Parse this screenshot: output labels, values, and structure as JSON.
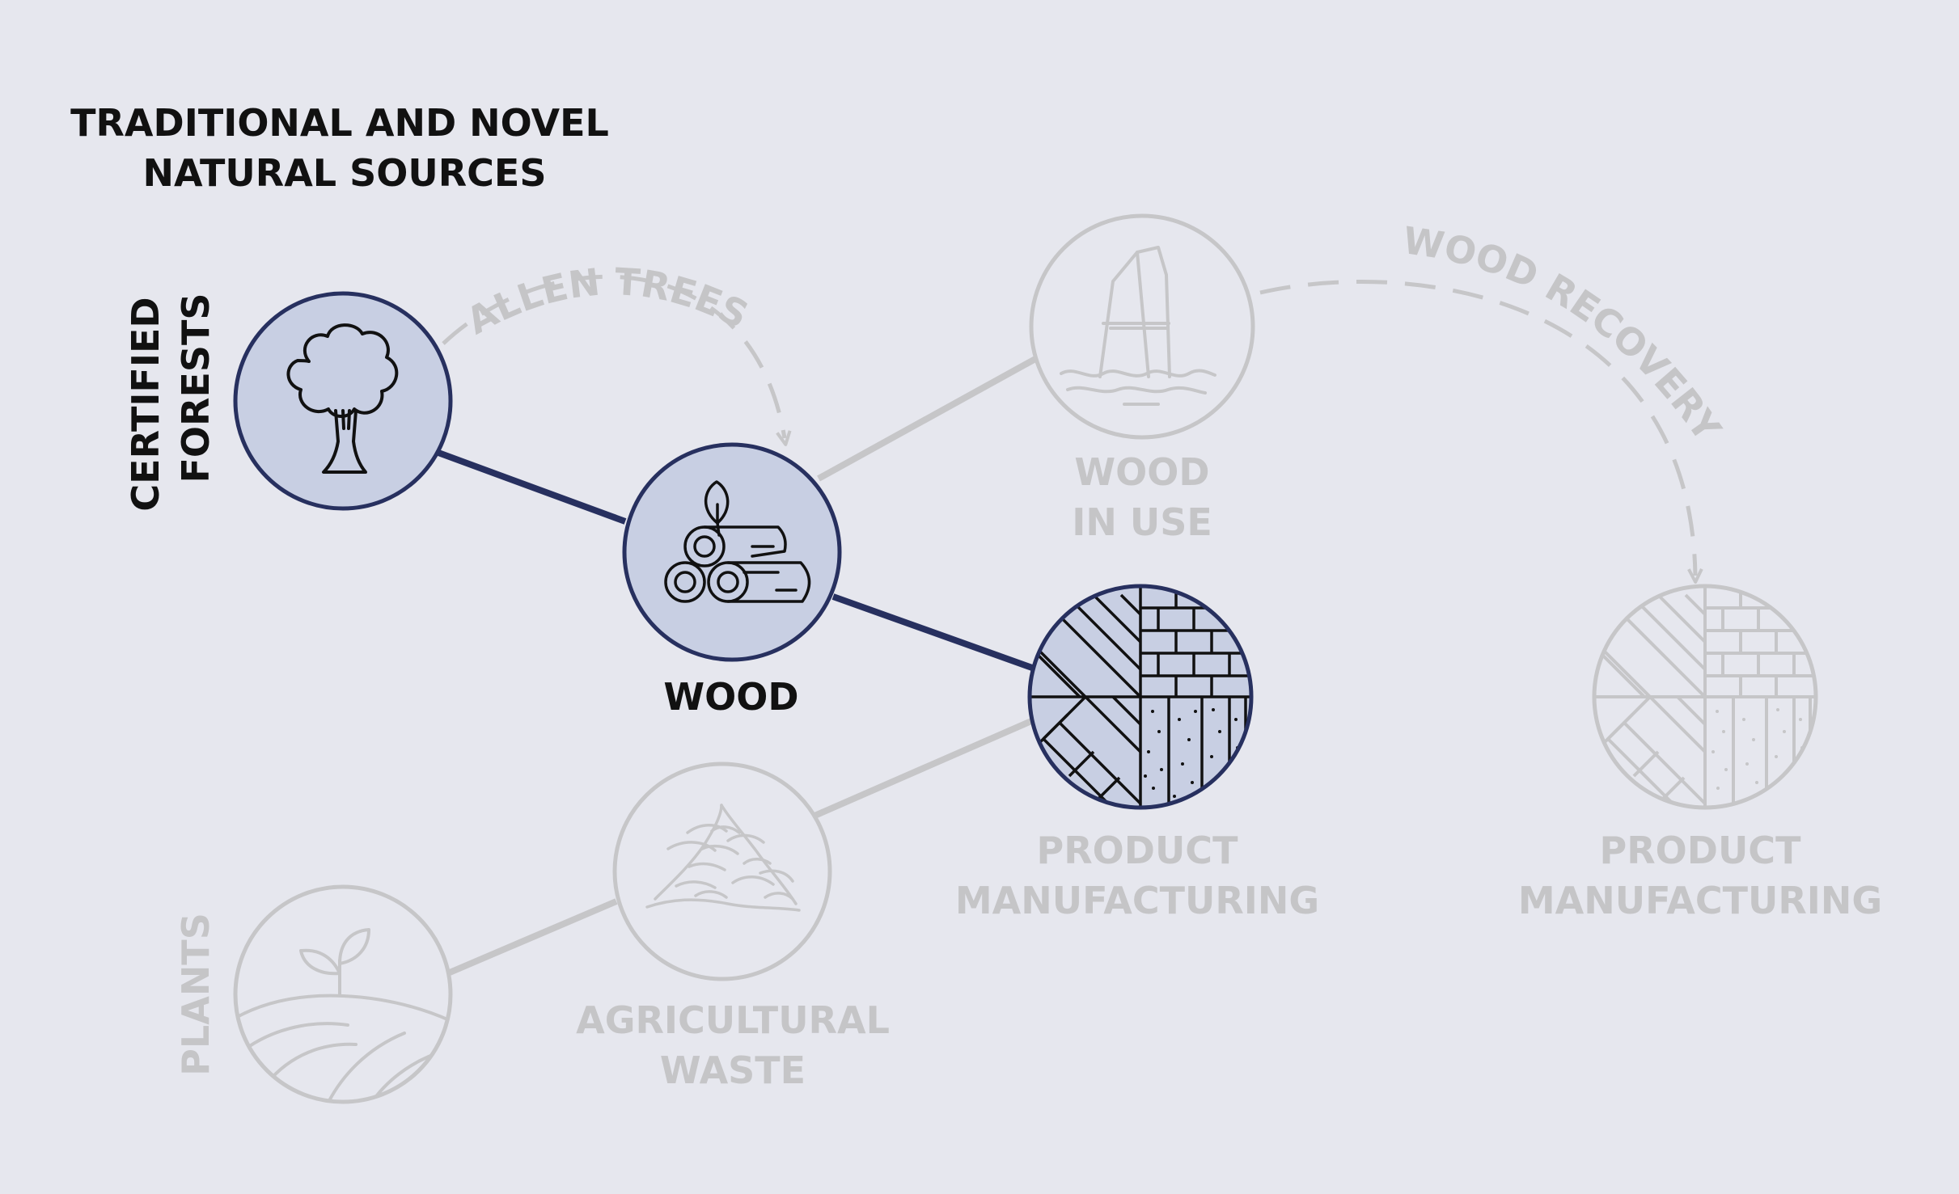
{
  "title": {
    "line1": "TRADITIONAL AND NOVEL",
    "line2": "NATURAL SOURCES"
  },
  "colors": {
    "background": "#e6e7ee",
    "active_stroke": "#27305f",
    "active_fill": "#c8cfe3",
    "muted_stroke": "#c6c6c8",
    "active_text": "#111111",
    "muted_text": "#c5c5c7"
  },
  "nodes": {
    "certified_forests": {
      "line1": "CERTIFIED",
      "line2": "FORESTS",
      "icon": "tree-icon",
      "active": true
    },
    "wood": {
      "label": "WOOD",
      "icon": "logs-icon",
      "active": true
    },
    "wood_in_use": {
      "line1": "WOOD",
      "line2": "IN USE",
      "icon": "wood-panels-icon",
      "active": false
    },
    "product_manufacturing": {
      "line1": "PRODUCT",
      "line2": "MANUFACTURING",
      "icon": "material-patterns-icon",
      "active": true
    },
    "product_manufacturing_2": {
      "line1": "PRODUCT",
      "line2": "MANUFACTURING",
      "icon": "material-patterns-icon",
      "active": false
    },
    "agricultural_waste": {
      "line1": "AGRICULTURAL",
      "line2": "WASTE",
      "icon": "crop-pile-icon",
      "active": false
    },
    "plants": {
      "label": "PLANTS",
      "icon": "sprout-icon",
      "active": false
    }
  },
  "flows": {
    "fallen_trees": "FALLEN TREES",
    "wood_recovery": "WOOD RECOVERY"
  }
}
